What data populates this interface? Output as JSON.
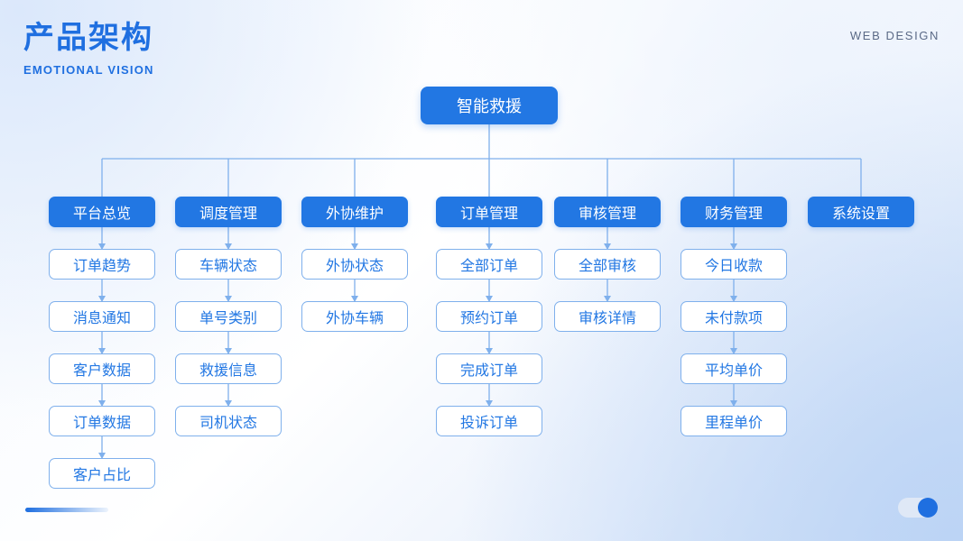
{
  "header": {
    "title_cn": "产品架构",
    "title_en": "EMOTIONAL VISION",
    "corner_label": "WEB DESIGN"
  },
  "diagram": {
    "type": "org-chart",
    "root": {
      "label": "智能救援"
    },
    "columns": [
      {
        "category": "平台总览",
        "children": [
          "订单趋势",
          "消息通知",
          "客户数据",
          "订单数据",
          "客户占比"
        ]
      },
      {
        "category": "调度管理",
        "children": [
          "车辆状态",
          "单号类别",
          "救援信息",
          "司机状态"
        ]
      },
      {
        "category": "外协维护",
        "children": [
          "外协状态",
          "外协车辆"
        ]
      },
      {
        "category": "订单管理",
        "children": [
          "全部订单",
          "预约订单",
          "完成订单",
          "投诉订单"
        ]
      },
      {
        "category": "审核管理",
        "children": [
          "全部审核",
          "审核详情"
        ]
      },
      {
        "category": "财务管理",
        "children": [
          "今日收款",
          "未付款项",
          "平均单价",
          "里程单价"
        ]
      },
      {
        "category": "系统设置",
        "children": []
      }
    ]
  },
  "colors": {
    "accent": "#2277e3",
    "title": "#1f6fe0",
    "leaf_border": "#7fb0ec",
    "line": "#7fb0ec"
  }
}
